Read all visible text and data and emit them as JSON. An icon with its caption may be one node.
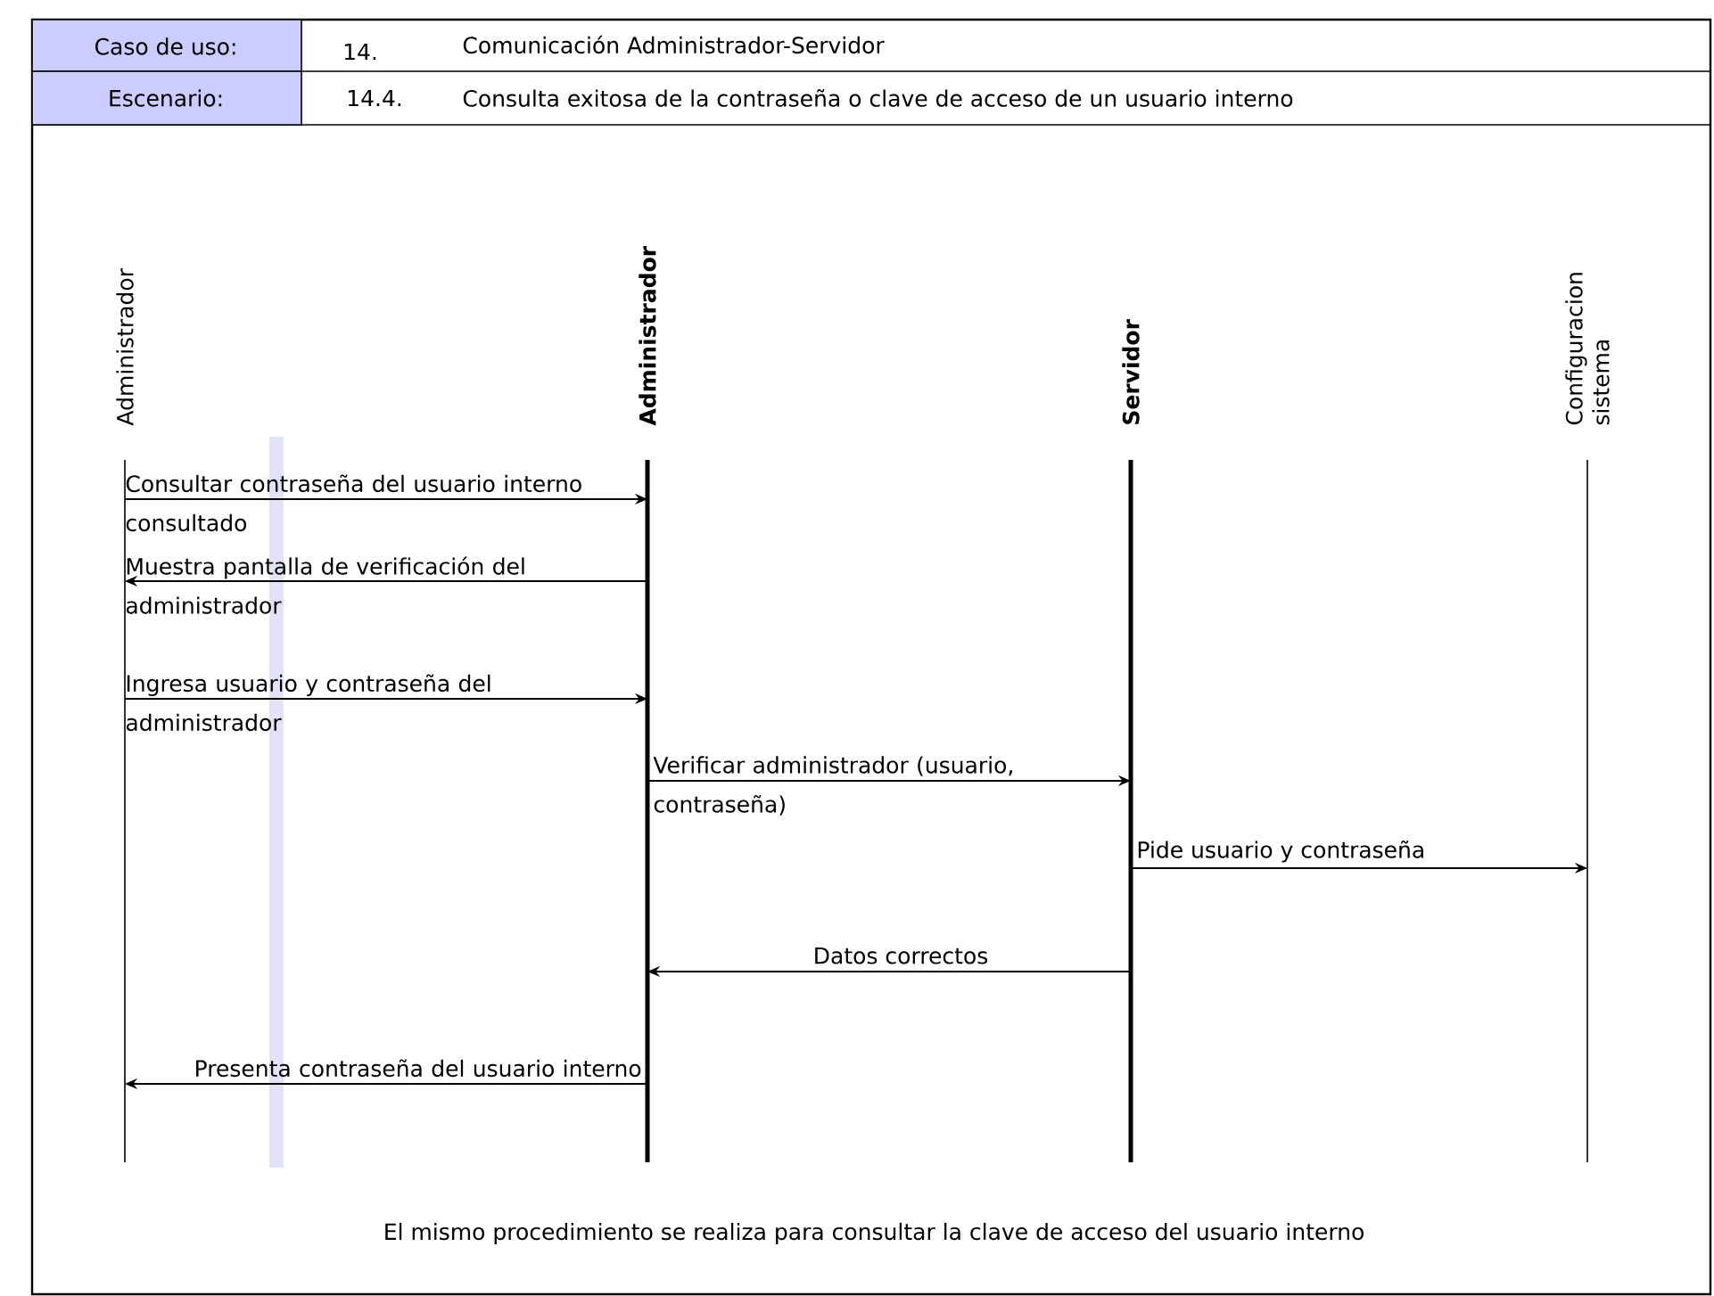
{
  "diagram": {
    "nodes": [
      {
        "text": [
          "Administrador"
        ]
      },
      {
        "text": [
          "Administrador"
        ]
      },
      {
        "text": [
          "Servidor"
        ]
      },
      {
        "text": [
          "Configuracion sistema"
        ]
      }
    ],
    "edges": [
      {
        "from": 0,
        "to": 1,
        "arrow": "to",
        "label": "Consultar contraseña del usuario interno consultado"
      },
      {
        "from": 1,
        "to": 0,
        "arrow": "to",
        "label": "Muestra pantalla de verificación del administrador"
      },
      {
        "from": 0,
        "to": 1,
        "arrow": "to",
        "label": "Ingresa usuario y contraseña del administrador"
      },
      {
        "from": 1,
        "to": 2,
        "arrow": "to",
        "label": "Verificar administrador (usuario, contraseña)"
      },
      {
        "from": 2,
        "to": 3,
        "arrow": "to",
        "label": "Pide usuario y contraseña"
      },
      {
        "from": 2,
        "to": 1,
        "arrow": "to",
        "label": "Datos correctos"
      },
      {
        "from": 1,
        "to": 0,
        "arrow": "to",
        "label": "Presenta contraseña del usuario interno"
      }
    ],
    "labels": [
      "Caso de uso:",
      "14.",
      "Comunicación Administrador-Servidor",
      "Escenario:",
      "14.4.",
      "Consulta exitosa de la contraseña o clave de acceso de un usuario interno",
      "El mismo procedimiento se realiza para consultar la clave de acceso del usuario interno"
    ]
  }
}
